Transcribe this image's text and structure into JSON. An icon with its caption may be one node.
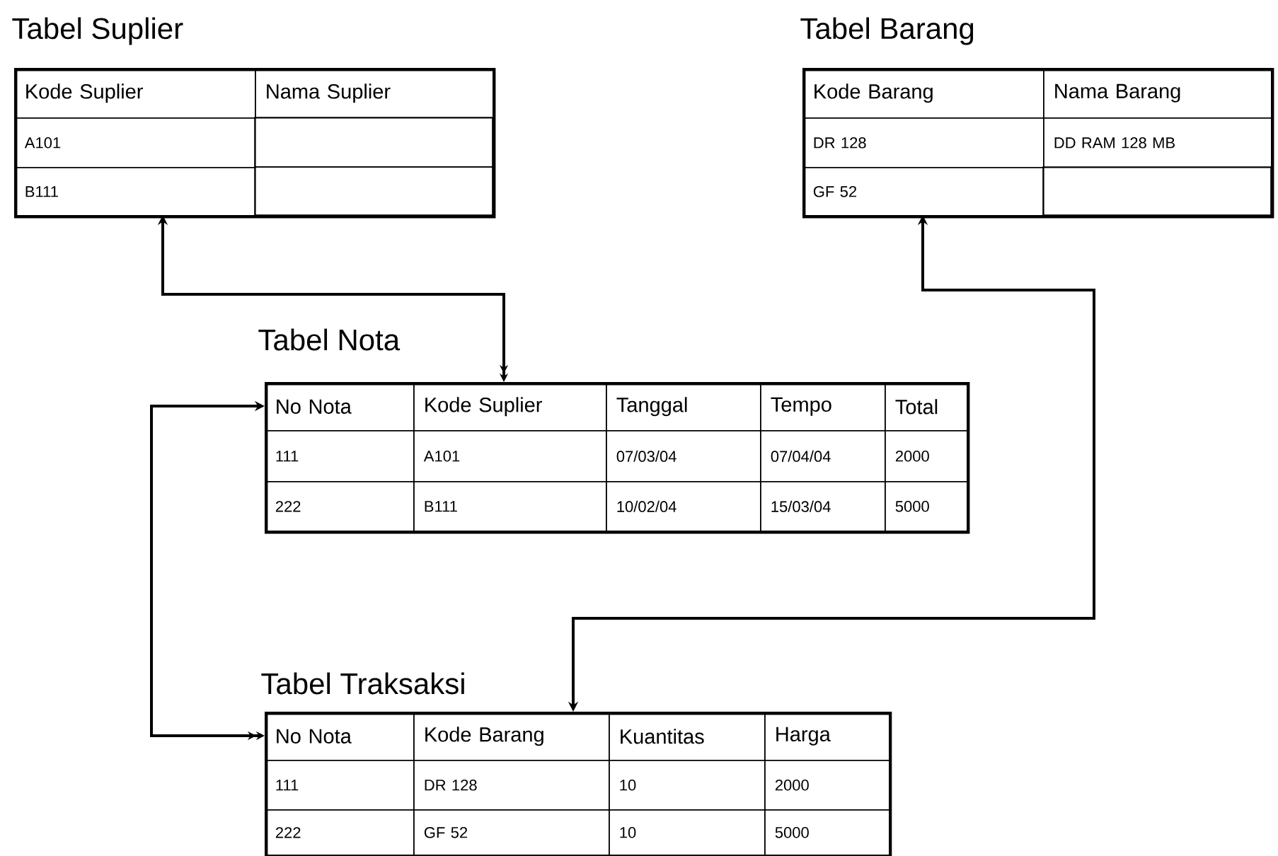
{
  "diagram": {
    "nodes": [
      {
        "text": [
          "Tabel Suplier",
          "Kode Suplier",
          "Nama Suplier",
          "A101",
          "B111"
        ]
      },
      {
        "text": [
          "Tabel Barang",
          "Kode Barang",
          "Nama Barang",
          "DR 128",
          "DD RAM 128 MB",
          "GF 52"
        ]
      },
      {
        "text": [
          "Tabel Nota",
          "No Nota",
          "Kode Suplier",
          "Tanggal",
          "Tempo",
          "Total",
          "111",
          "A101",
          "07/03/04",
          "07/04/04",
          "2000",
          "222",
          "B111",
          "10/02/04",
          "15/03/04",
          "5000"
        ]
      },
      {
        "text": [
          "Tabel Traksaksi",
          "No Nota",
          "Kode Barang",
          "Kuantitas",
          "Harga",
          "111",
          "DR 128",
          "10",
          "2000",
          "222",
          "GF 52",
          "10",
          "5000"
        ]
      }
    ],
    "edges": [
      {
        "from": 0,
        "to": 2,
        "arrow": "both"
      },
      {
        "from": 1,
        "to": 3,
        "arrow": "both"
      },
      {
        "from": 2,
        "to": 3,
        "arrow": "both"
      }
    ]
  }
}
